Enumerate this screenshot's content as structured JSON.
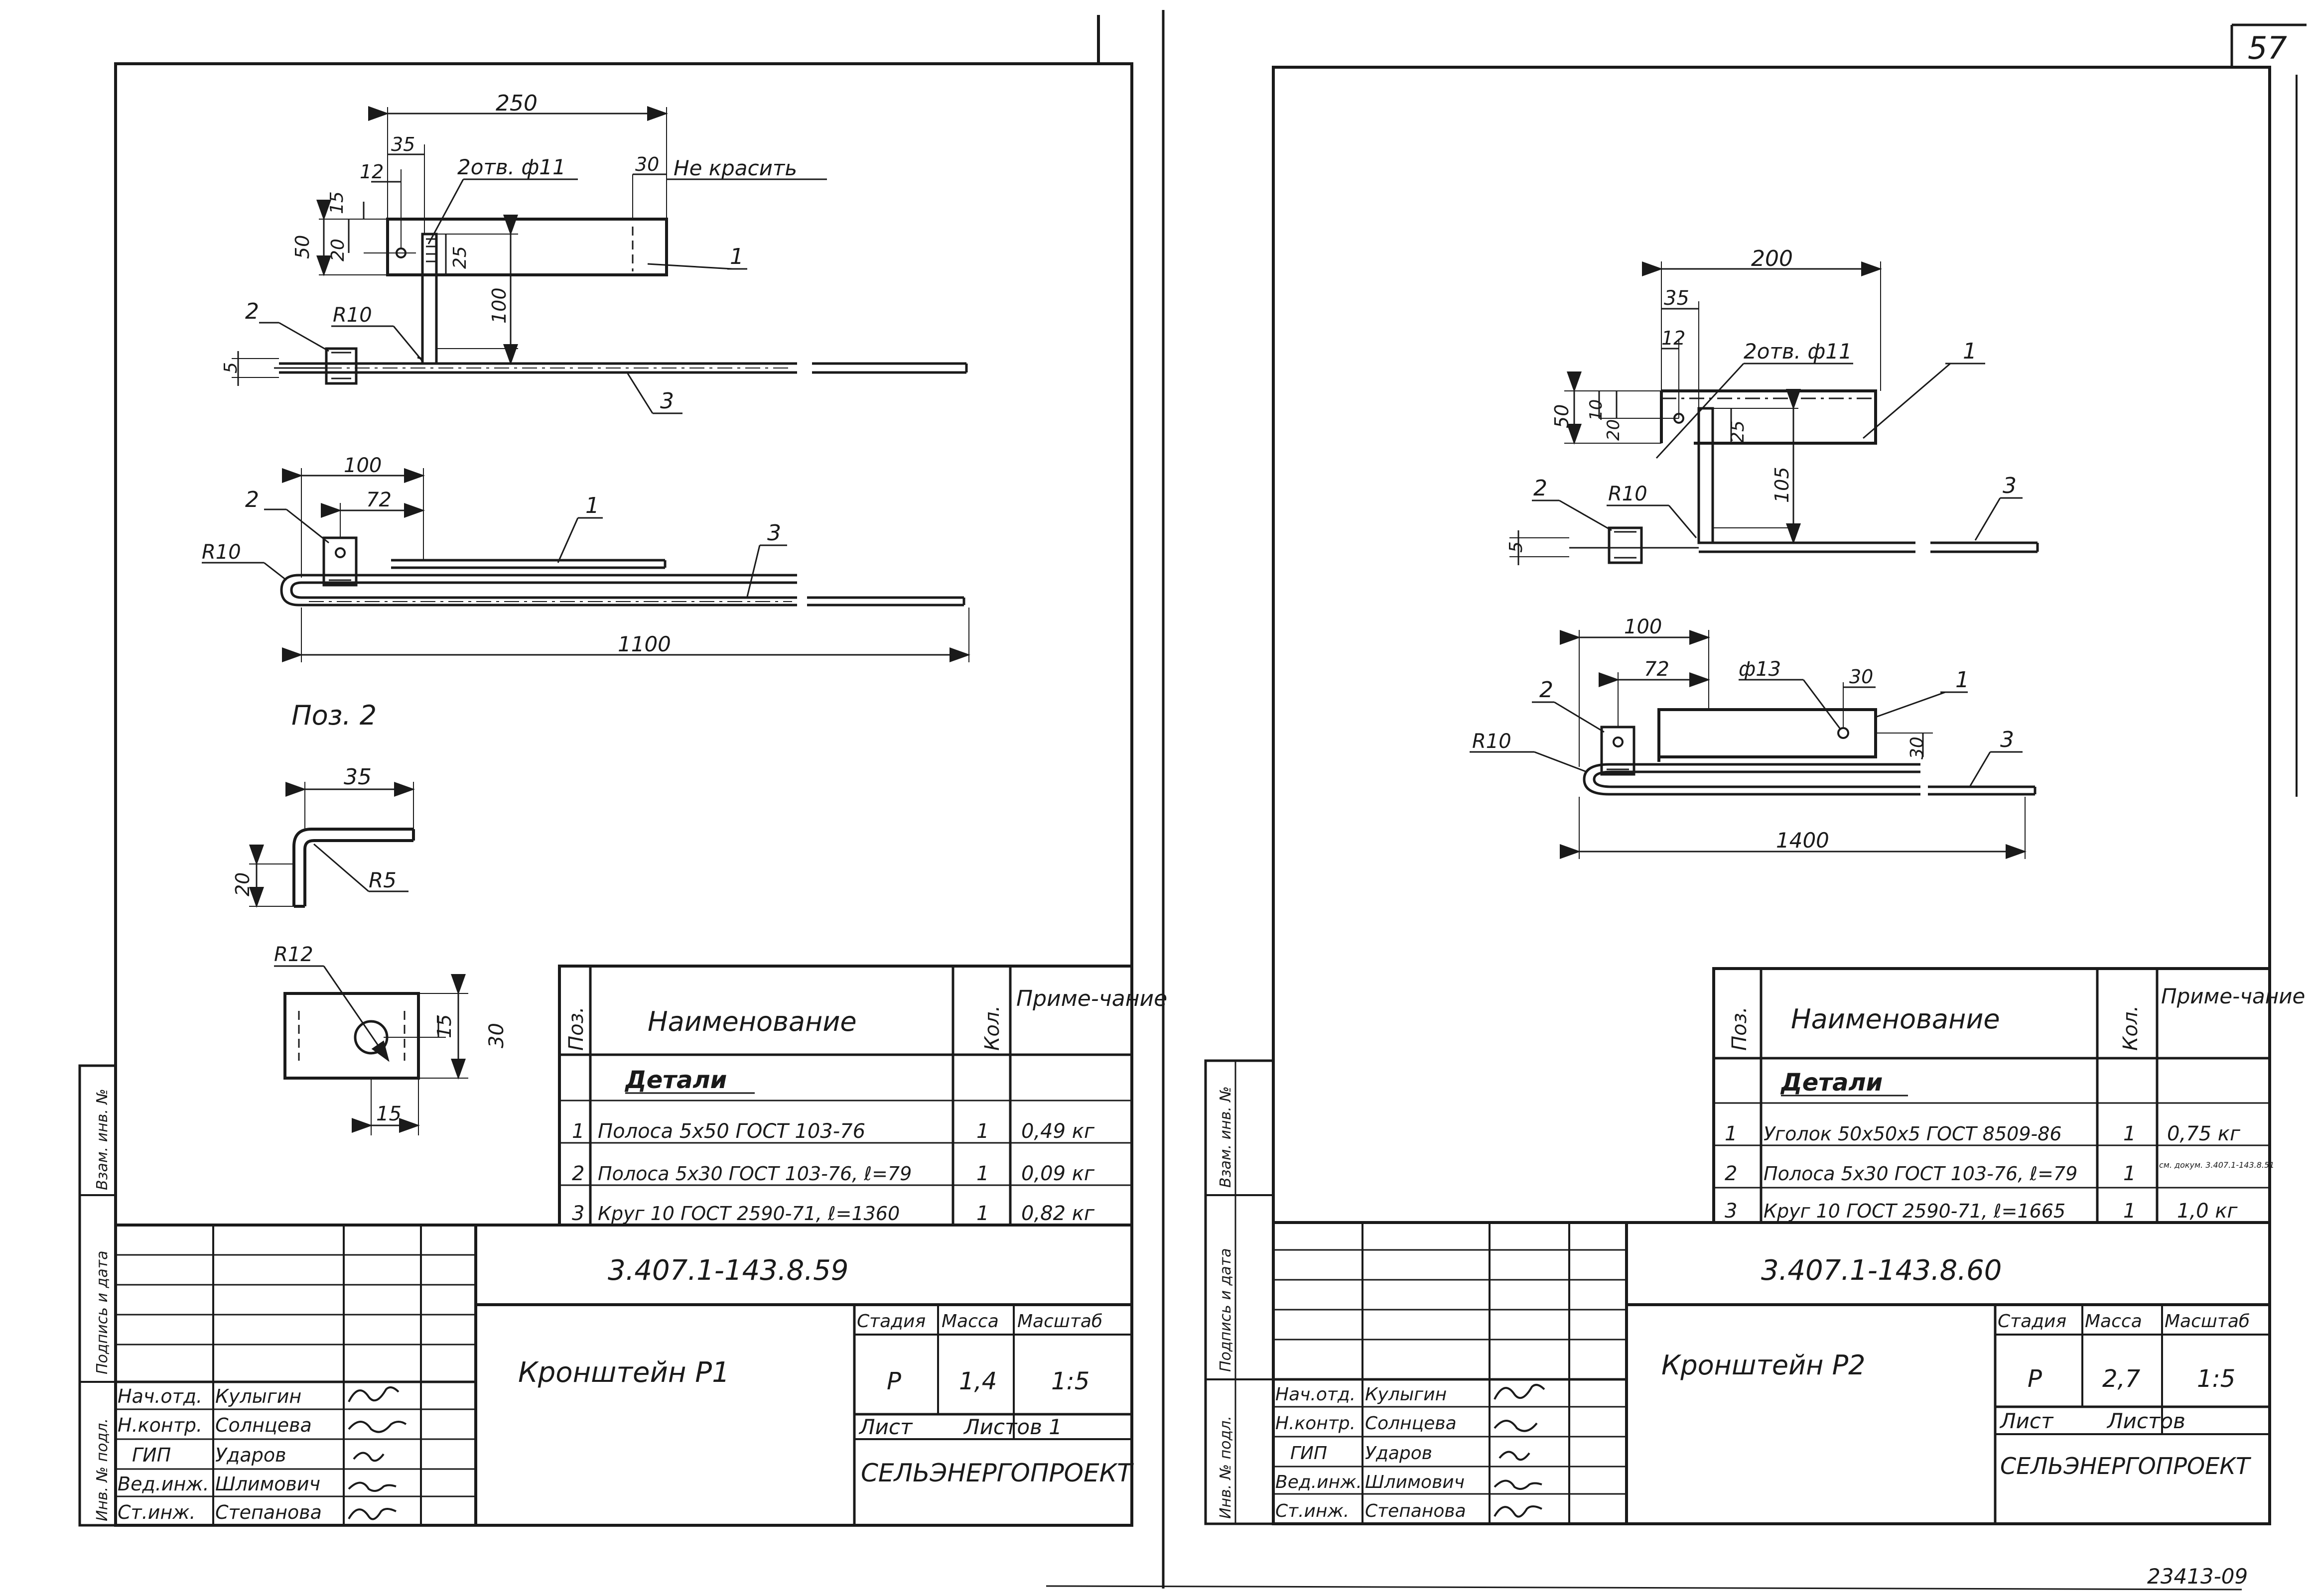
{
  "sheet_number": "57",
  "archive_number": "23413-09",
  "left_sheet": {
    "view1": {
      "dim_overall": "250",
      "dim_35": "35",
      "dim_12": "12",
      "dim_15": "15",
      "dim_20": "20",
      "dim_50": "50",
      "dim_25": "25",
      "dim_100": "100",
      "dim_5": "5",
      "dim_30": "30",
      "holes": "2отв. ф11",
      "note": "Не красить",
      "radius": "R10",
      "pos1": "1",
      "pos2": "2",
      "pos3": "3"
    },
    "view2": {
      "dim_100": "100",
      "dim_72": "72",
      "dim_1100": "1100",
      "radius": "R10",
      "pos1": "1",
      "pos2": "2",
      "pos3": "3"
    },
    "detail_title": "Поз. 2",
    "detail": {
      "dim_35": "35",
      "dim_20": "20",
      "r5": "R5",
      "r12": "R12",
      "dim_15a": "15",
      "dim_30": "30",
      "dim_15b": "15"
    },
    "spec": {
      "col_pos": "Поз.",
      "col_name": "Наименование",
      "col_qty": "Кол.",
      "col_note": "Приме-чание",
      "section": "Детали",
      "rows": [
        {
          "pos": "1",
          "name": "Полоса 5х50 ГОСТ 103-76",
          "qty": "1",
          "note": "0,49 кг"
        },
        {
          "pos": "2",
          "name": "Полоса 5х30 ГОСТ 103-76, ℓ=79",
          "qty": "1",
          "note": "0,09 кг"
        },
        {
          "pos": "3",
          "name": "Круг 10 ГОСТ 2590-71, ℓ=1360",
          "qty": "1",
          "note": "0,82 кг"
        }
      ]
    },
    "title_block": {
      "doc_code": "3.407.1-143.8.59",
      "title": "Кронштейн Р1",
      "stage_label": "Стадия",
      "mass_label": "Масса",
      "scale_label": "Масштаб",
      "stage": "Р",
      "mass": "1,4",
      "scale": "1:5",
      "sheet_label": "Лист",
      "sheets_label": "Листов 1",
      "org": "СЕЛЬЭНЕРГОПРОЕКТ",
      "people": [
        {
          "role": "Нач.отд.",
          "name": "Кулыгин"
        },
        {
          "role": "Н.контр.",
          "name": "Солнцева"
        },
        {
          "role": "ГИП",
          "name": "Ударов"
        },
        {
          "role": "Вед.инж.",
          "name": "Шлимович"
        },
        {
          "role": "Ст.инж.",
          "name": "Степанова"
        }
      ],
      "side_1": "Инв. № подл.",
      "side_2": "Подпись и дата",
      "side_3": "Взам. инв. №"
    }
  },
  "right_sheet": {
    "view1": {
      "dim_overall": "200",
      "dim_35": "35",
      "dim_12": "12",
      "dim_50": "50",
      "dim_10": "10",
      "dim_20": "20",
      "dim_25": "25",
      "dim_105": "105",
      "dim_5": "5",
      "holes": "2отв. ф11",
      "radius": "R10",
      "pos1": "1",
      "pos2": "2",
      "pos3": "3"
    },
    "view2": {
      "dim_100": "100",
      "dim_72": "72",
      "dim_30a": "30",
      "dim_30b": "30",
      "dim_1400": "1400",
      "hole": "ф13",
      "radius": "R10",
      "pos1": "1",
      "pos2": "2",
      "pos3": "3"
    },
    "spec": {
      "col_pos": "Поз.",
      "col_name": "Наименование",
      "col_qty": "Кол.",
      "col_note": "Приме-чание",
      "section": "Детали",
      "rows": [
        {
          "pos": "1",
          "name": "Уголок 50х50х5 ГОСТ 8509-86",
          "qty": "1",
          "note": "0,75 кг"
        },
        {
          "pos": "2",
          "name": "Полоса 5х30 ГОСТ 103-76, ℓ=79",
          "qty": "1",
          "note": "см. докум. 3.407.1-143.8.51"
        },
        {
          "pos": "3",
          "name": "Круг 10 ГОСТ 2590-71, ℓ=1665",
          "qty": "1",
          "note": "1,0 кг"
        }
      ]
    },
    "title_block": {
      "doc_code": "3.407.1-143.8.60",
      "title": "Кронштейн Р2",
      "stage_label": "Стадия",
      "mass_label": "Масса",
      "scale_label": "Масштаб",
      "stage": "Р",
      "mass": "2,7",
      "scale": "1:5",
      "sheet_label": "Лист",
      "sheets_label": "Листов",
      "org": "СЕЛЬЭНЕРГОПРОЕКТ",
      "people": [
        {
          "role": "Нач.отд.",
          "name": "Кулыгин"
        },
        {
          "role": "Н.контр.",
          "name": "Солнцева"
        },
        {
          "role": "ГИП",
          "name": "Ударов"
        },
        {
          "role": "Вед.инж.",
          "name": "Шлимович"
        },
        {
          "role": "Ст.инж.",
          "name": "Степанова"
        }
      ],
      "side_1": "Инв. № подл.",
      "side_2": "Подпись и дата",
      "side_3": "Взам. инв. №"
    }
  }
}
